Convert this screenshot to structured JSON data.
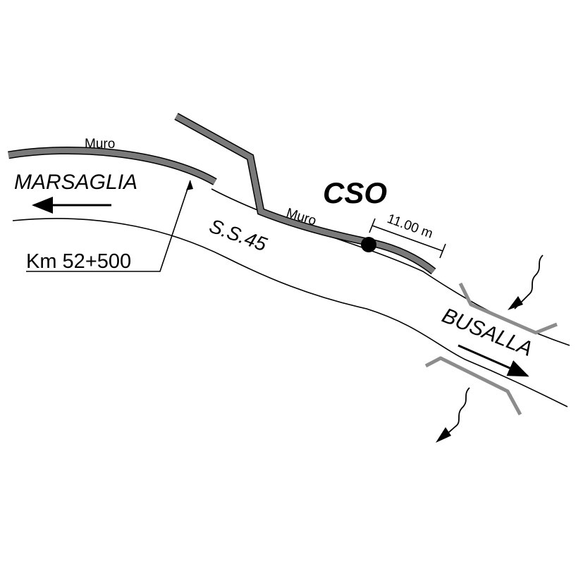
{
  "labels": {
    "muro_top": "Muro",
    "muro_mid": "Muro",
    "marsaglia": "MARSAGLIA",
    "cso": "CSO",
    "road": "S.S.45",
    "distance": "11.00 m",
    "km": "Km 52+500",
    "busalla": "BUSALLA"
  },
  "colors": {
    "wall_fill": "#7a7a7a",
    "bridge_rail": "#8c8c8c",
    "line": "#000000",
    "background": "#ffffff"
  }
}
